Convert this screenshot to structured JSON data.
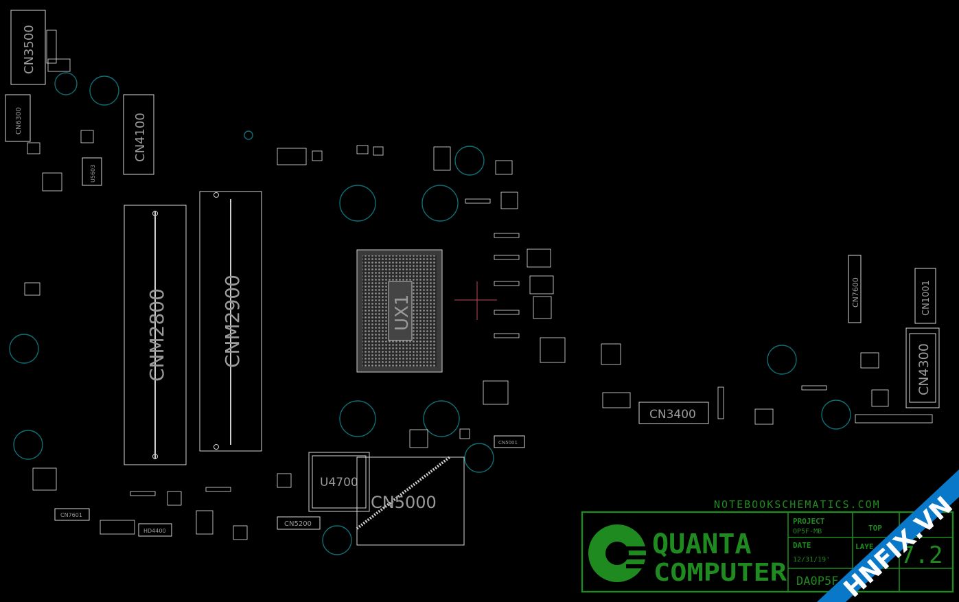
{
  "labels": {
    "cn3500": "CN3500",
    "cn6300": "CN6300",
    "cn4100": "CN4100",
    "u5603": "U5603",
    "cnm2800": "CNM2800",
    "cnm2900": "CNM2900",
    "ux1": "UX1",
    "cn7600": "CN7600",
    "cn1001": "CN1001",
    "cn4300": "CN4300",
    "cn3400": "CN3400",
    "cn5001": "CN5001",
    "u4700": "U4700",
    "cn5000": "CN5000",
    "cn5200": "CN5200",
    "cn7601": "CN7601",
    "hd4400": "HD4400"
  },
  "title_block": {
    "site_url": "NOTEBOOKSCHEMATICS.COM",
    "logo_line1": "QUANTA",
    "logo_line2": "COMPUTER",
    "project_label": "PROJECT",
    "project_value": "OP5F-MB",
    "top_label": "TOP",
    "date_label": "DATE",
    "date_value": "12/31/19'",
    "layer_label": "LAYE",
    "doc_number": "DA0P5F",
    "revision": "7.2"
  },
  "watermark": "HNFIX.VN",
  "colors": {
    "background": "#000000",
    "silkscreen": "#d8d8d8",
    "mount_hole": "#0f6f75",
    "title_block": "#1f8a1f",
    "watermark_band": "#0a78c8",
    "marker": "#c0485a"
  }
}
